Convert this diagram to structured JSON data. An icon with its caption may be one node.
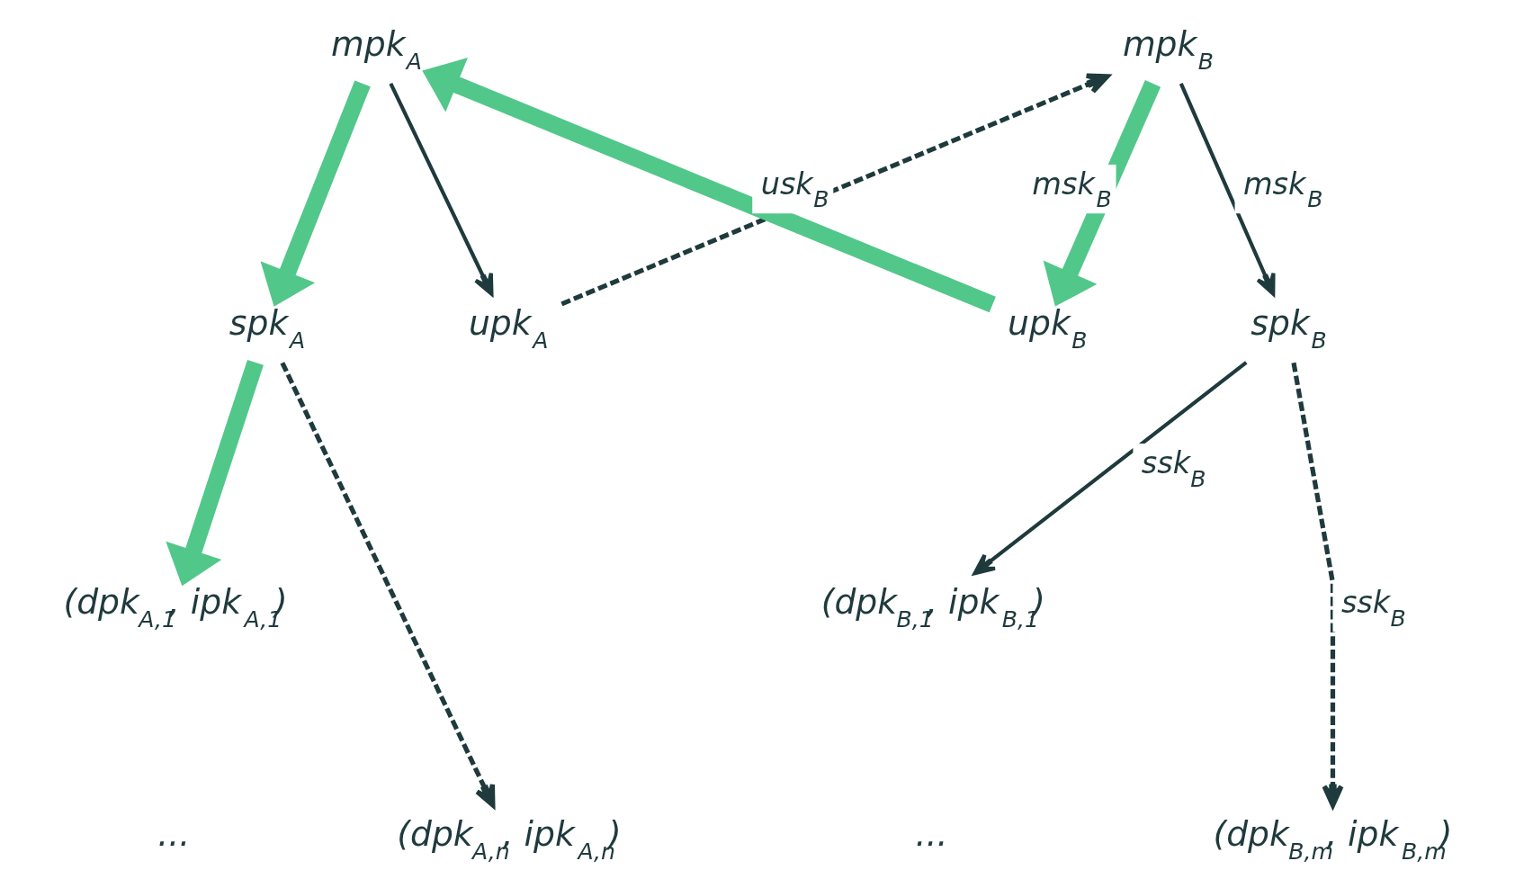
{
  "diagram": {
    "nodes": [
      {
        "text": [
          "mpk$_{A}$"
        ]
      },
      {
        "text": [
          "spk$_{A}$"
        ]
      },
      {
        "text": [
          "upk$_{A}$"
        ]
      },
      {
        "text": [
          "(dpk$_{A,1}$, ipk$_{A,1}$)"
        ]
      },
      {
        "text": [
          "..."
        ]
      },
      {
        "text": [
          "(dpk$_{A,n}$, ipk$_{A,n}$)"
        ]
      },
      {
        "text": [
          "mpk$_{B}$"
        ]
      },
      {
        "text": [
          "upk$_{B}$"
        ]
      },
      {
        "text": [
          "spk$_{B}$"
        ]
      },
      {
        "text": [
          "(dpk$_{B,1}$, ipk$_{B,1}$)"
        ]
      },
      {
        "text": [
          "..."
        ]
      },
      {
        "text": [
          "(dpk$_{B,m}$, ipk$_{B,m}$)"
        ]
      }
    ],
    "edges": [
      {
        "from": 0,
        "to": 1,
        "arrow": "to",
        "style": "thick",
        "color": "#52c78a"
      },
      {
        "from": 0,
        "to": 2,
        "arrow": "to"
      },
      {
        "from": 7,
        "to": 0,
        "arrow": "to",
        "label": "usk$_{B}$",
        "style": "thick",
        "color": "#52c78a"
      },
      {
        "from": 2,
        "to": 6,
        "arrow": "to",
        "style": "dashed"
      },
      {
        "from": 6,
        "to": 7,
        "arrow": "to",
        "label": "msk$_{B}$",
        "style": "thick",
        "color": "#52c78a"
      },
      {
        "from": 6,
        "to": 8,
        "arrow": "to",
        "label": "msk$_{B}$"
      },
      {
        "from": 1,
        "to": 3,
        "arrow": "to",
        "style": "thick",
        "color": "#52c78a"
      },
      {
        "from": 1,
        "to": 5,
        "arrow": "to",
        "style": "dashed"
      },
      {
        "from": 8,
        "to": 9,
        "arrow": "to",
        "label": "ssk$_{B}$"
      },
      {
        "from": 8,
        "to": 11,
        "arrow": "to",
        "label": "ssk$_{B}$",
        "style": "dashed"
      }
    ]
  }
}
